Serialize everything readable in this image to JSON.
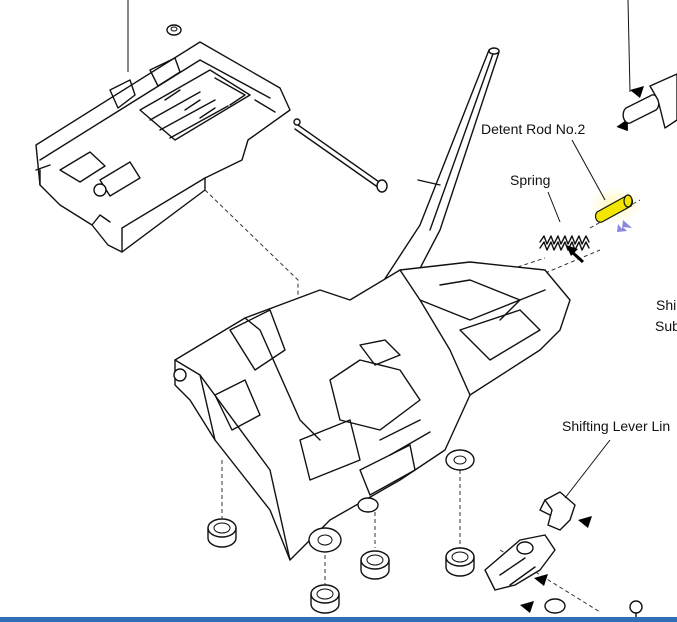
{
  "labels": {
    "detent_rod": "Detent Rod No.2",
    "spring": "Spring",
    "shifting_lever": "Shifting Lever Lin",
    "shi_line1": "Shi",
    "shi_line2": "Sub"
  },
  "colors": {
    "highlight_part": "#f2e600",
    "highlight_glow": "#fff6b0",
    "install_arrow": "#8888dd",
    "bottom_bar": "#2f6fb5"
  },
  "icons": {
    "direction_arrow": "black-arrow-icon",
    "install_arrow": "blue-arrow-icon"
  }
}
